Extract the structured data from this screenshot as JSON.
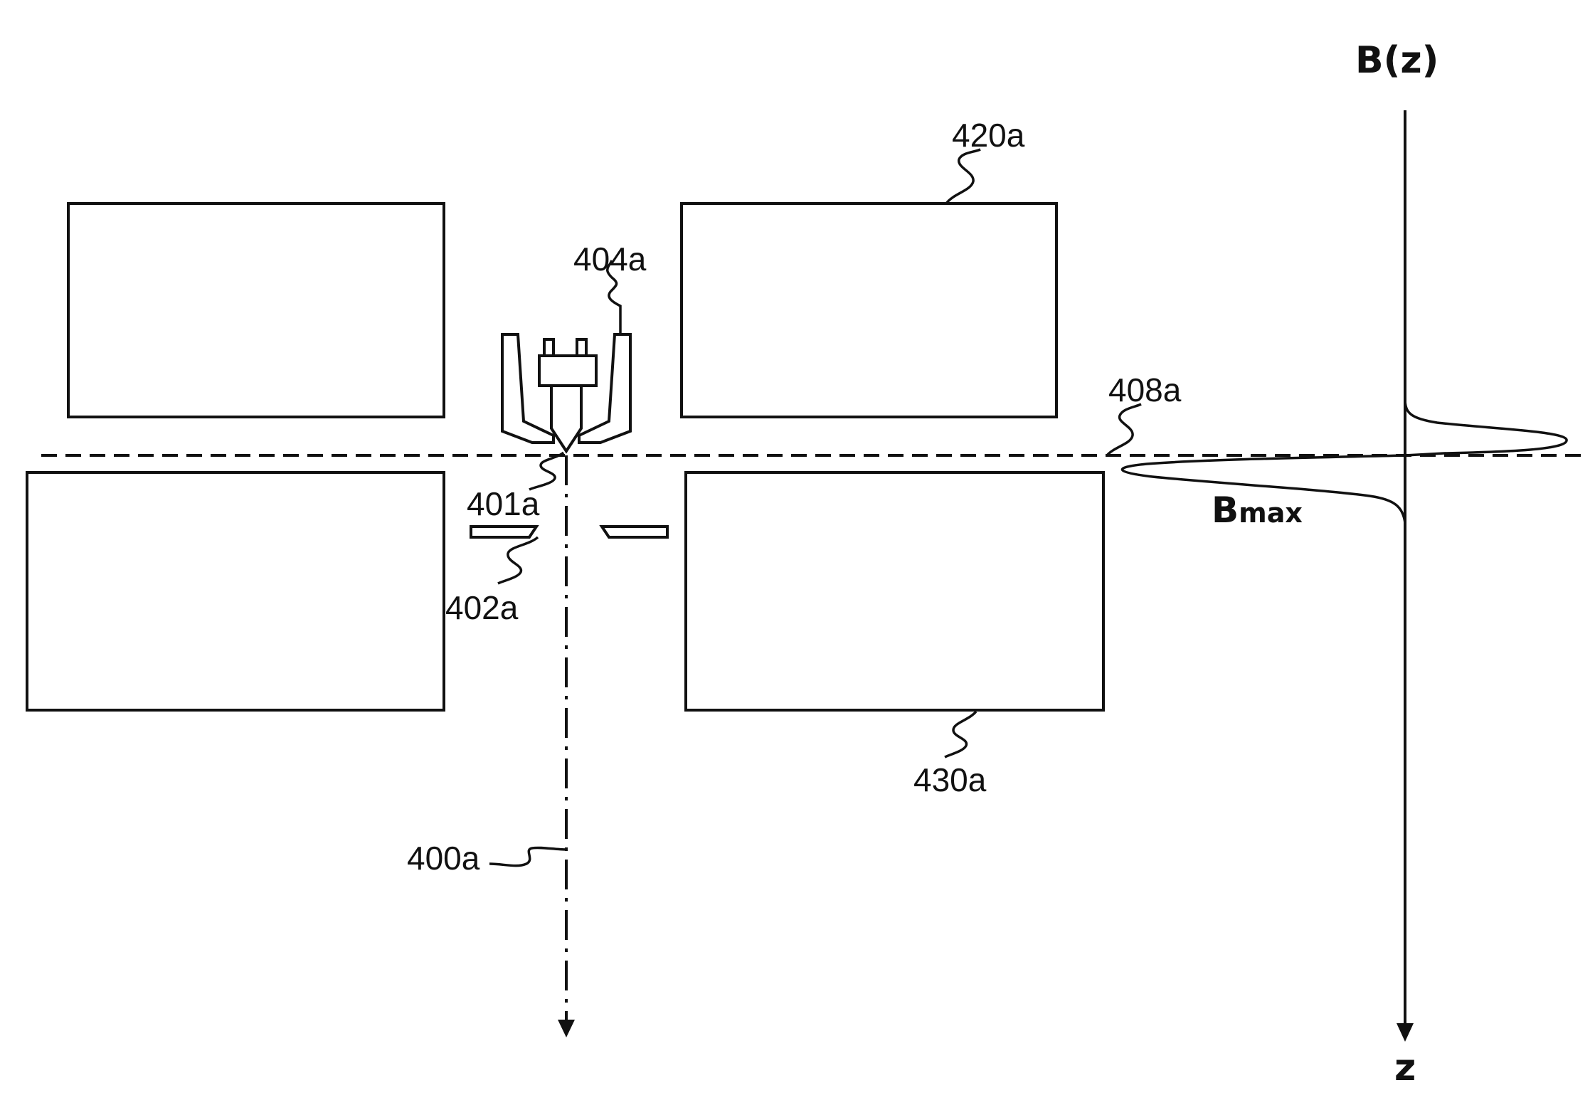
{
  "labels": {
    "axis_title": "B(z)",
    "axis_z": "z",
    "bmax": "B",
    "bmax_sub": "max",
    "ref_420a": "420a",
    "ref_404a": "404a",
    "ref_408a": "408a",
    "ref_401a": "401a",
    "ref_402a": "402a",
    "ref_430a": "430a",
    "ref_400a": "400a"
  },
  "colors": {
    "ink": "#111111",
    "background": "#ffffff"
  }
}
